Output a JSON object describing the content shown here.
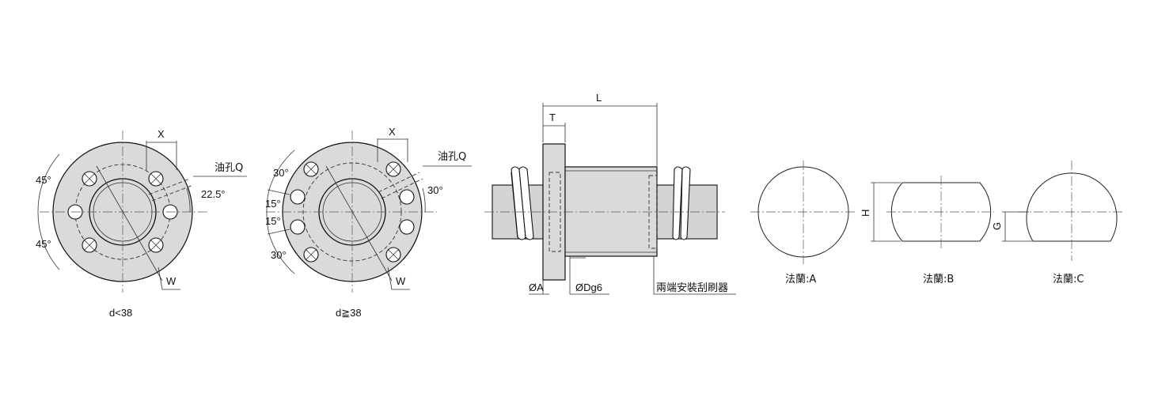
{
  "flange_d_small": {
    "angle_top": "45°",
    "angle_bottom": "45°",
    "dim_x": "X",
    "oil_hole": "油孔Q",
    "angle_oil": "22.5°",
    "dim_w": "W",
    "caption": "d<38"
  },
  "flange_d_large": {
    "angle_top": "30°",
    "angle_mid_top": "15°",
    "angle_mid_bottom": "15°",
    "angle_bottom": "30°",
    "dim_x": "X",
    "oil_hole": "油孔Q",
    "angle_oil": "30°",
    "dim_w": "W",
    "caption": "d≧38"
  },
  "side_view": {
    "dim_l": "L",
    "dim_t": "T",
    "dim_a": "ØA",
    "dim_dg6": "ØDg6",
    "wiper_note": "兩端安裝刮刷器"
  },
  "flange_types": {
    "label_a": "法蘭:A",
    "dim_h": "H",
    "label_b": "法蘭:B",
    "dim_g": "G",
    "label_c": "法蘭:C"
  }
}
